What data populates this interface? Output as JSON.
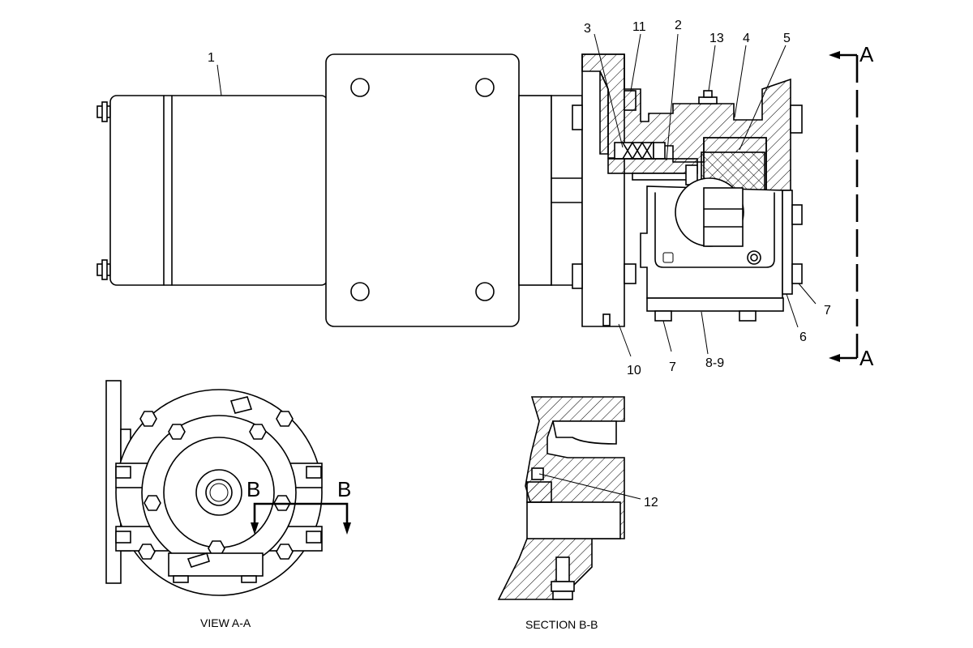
{
  "callouts": {
    "c1": "1",
    "c2": "2",
    "c3": "3",
    "c4": "4",
    "c5": "5",
    "c6": "6",
    "c7a": "7",
    "c7b": "7",
    "c89": "8-9",
    "c10": "10",
    "c11": "11",
    "c12": "12",
    "c13": "13"
  },
  "section_marks": {
    "a_top": "A",
    "a_bottom": "A",
    "b_left": "B",
    "b_right": "B"
  },
  "captions": {
    "view_aa": "VIEW A-A",
    "section_bb": "SECTION B-B"
  }
}
